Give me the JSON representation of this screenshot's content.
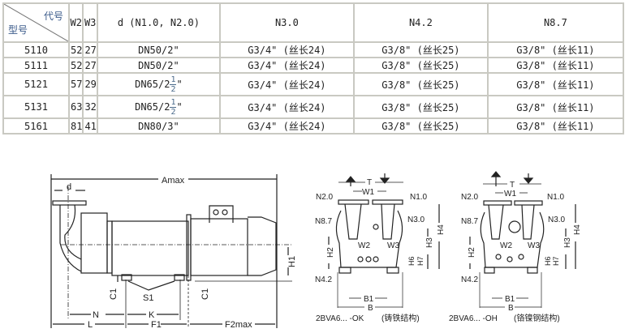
{
  "table": {
    "header": {
      "code": "代号",
      "model": "型号",
      "w2": "W2",
      "w3": "W3",
      "d": "d (N1.0, N2.0)",
      "n30": "N3.0",
      "n42": "N4.2",
      "n87": "N8.7"
    },
    "rows": [
      {
        "model": "5110",
        "w2": "52",
        "w3": "27",
        "d": "DN50/2\"",
        "n30": "G3/4\"  (丝长24)",
        "n42": "G3/8\"  (丝长25)",
        "n87": "G3/8\"  (丝长11)"
      },
      {
        "model": "5111",
        "w2": "52",
        "w3": "27",
        "d": "DN50/2\"",
        "n30": "G3/4\"  (丝长24)",
        "n42": "G3/8\"  (丝长25)",
        "n87": "G3/8\"  (丝长11)"
      },
      {
        "model": "5121",
        "w2": "57",
        "w3": "29",
        "d": "DN65/2",
        "d_frac_num": "1",
        "d_frac_den": "2",
        "d_suffix": "\"",
        "n30": "G3/4\"  (丝长24)",
        "n42": "G3/8\"  (丝长25)",
        "n87": "G3/8\"  (丝长11)"
      },
      {
        "model": "5131",
        "w2": "63",
        "w3": "32",
        "d": "DN65/2",
        "d_frac_num": "1",
        "d_frac_den": "2",
        "d_suffix": "\"",
        "n30": "G3/4\"  (丝长24)",
        "n42": "G3/8\"  (丝长25)",
        "n87": "G3/8\"  (丝长11)"
      },
      {
        "model": "5161",
        "w2": "81",
        "w3": "41",
        "d": "DN80/3\"",
        "n30": "G3/4\"  (丝长24)",
        "n42": "G3/8\"  (丝长25)",
        "n87": "G3/8\"  (丝长11)"
      }
    ]
  },
  "side_view": {
    "amax": "Amax",
    "d": "d",
    "h1": "H1",
    "c1a": "C1",
    "c1b": "C1",
    "s1": "S1",
    "n": "N",
    "k": "K",
    "l": "L",
    "f1": "F1",
    "f2max": "F2max"
  },
  "end_views": [
    {
      "t": "T",
      "w1": "W1",
      "n20": "N2.0",
      "n10": "N1.0",
      "n87": "N8.7",
      "n30": "N3.0",
      "w2": "W2",
      "w3": "W3",
      "h2": "H2",
      "h3": "H3",
      "h4": "H4",
      "h6": "H6",
      "h7": "H7",
      "n42": "N4.2",
      "b1": "B1",
      "b": "B",
      "caption": "2BVA6... -OK",
      "material": "(铸铁结构)"
    },
    {
      "t": "T",
      "w1": "W1",
      "n20": "N2.0",
      "n10": "N1.0",
      "n87": "N8.7",
      "n30": "N3.0",
      "w2": "W2",
      "w3": "W3",
      "h2": "H2",
      "h3": "H3",
      "h4": "H4",
      "h6": "H6",
      "h7": "H7",
      "n42": "N4.2",
      "b1": "B1",
      "b": "B",
      "caption": "2BVA6... -OH",
      "material": "(铬镍钢结构)"
    }
  ]
}
